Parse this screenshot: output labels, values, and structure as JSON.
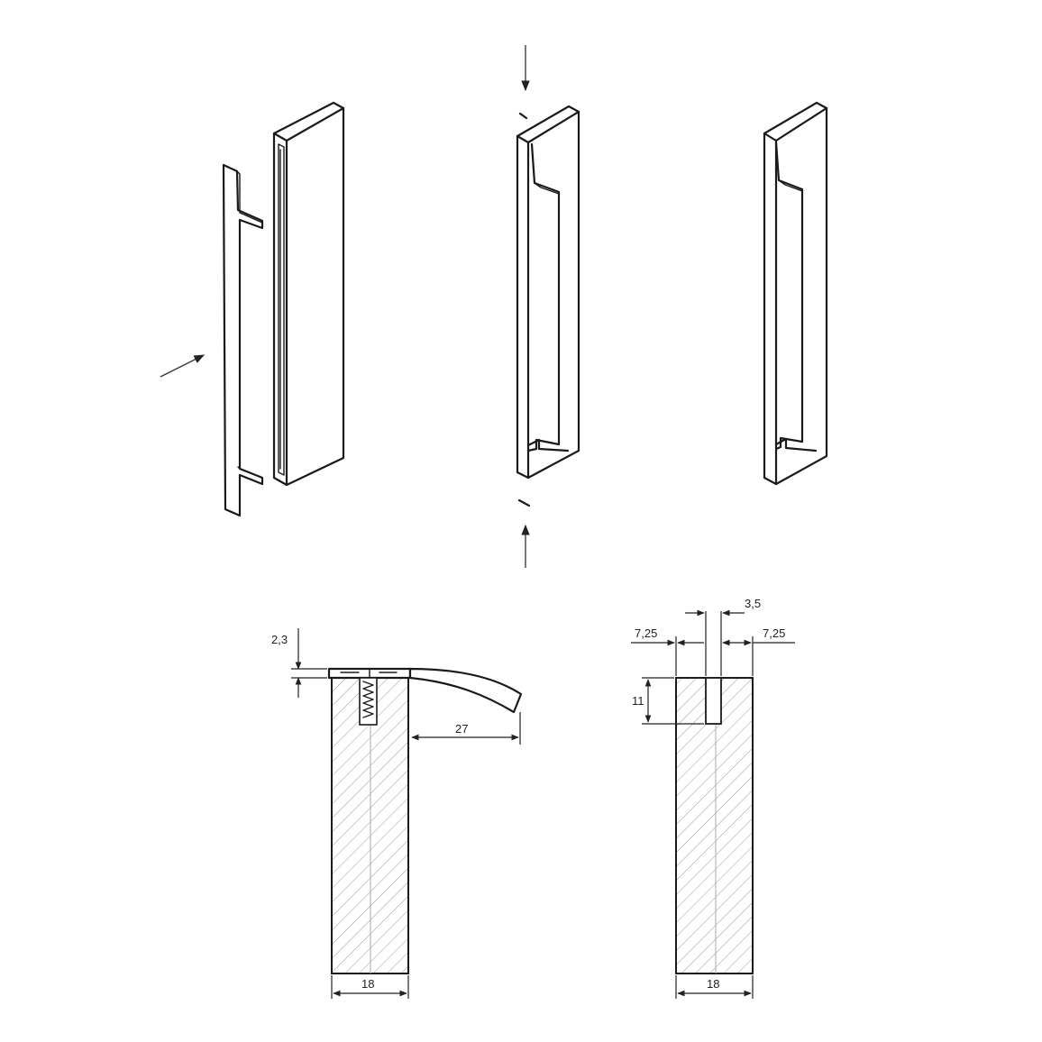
{
  "dimensions": {
    "left_section": {
      "thickness": "2,3",
      "projection": "27",
      "width": "18"
    },
    "right_section": {
      "slot_width": "3,5",
      "left_offset": "7,25",
      "right_offset": "7,25",
      "slot_depth": "11",
      "width": "18"
    }
  },
  "colors": {
    "line": "#1a1a1a",
    "hatch": "#9a9a9a",
    "background": "#ffffff"
  }
}
